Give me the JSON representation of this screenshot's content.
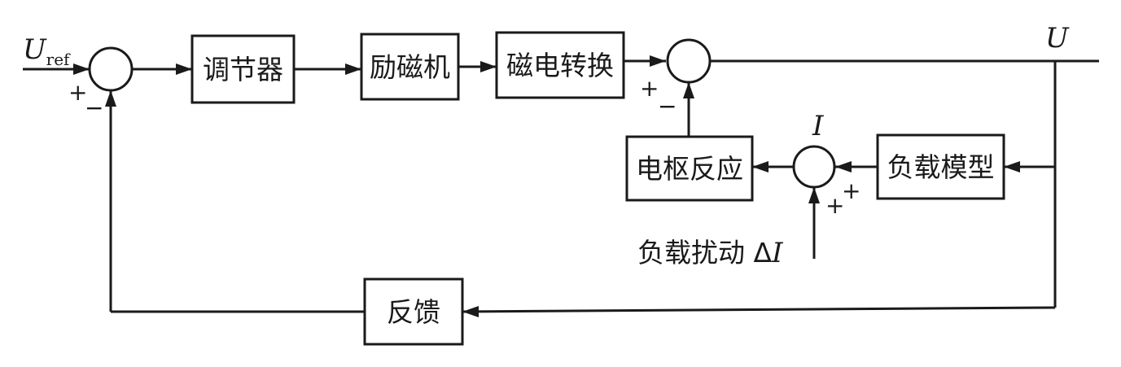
{
  "colors": {
    "ink": "#1a1a1a",
    "background": "#ffffff"
  },
  "signals": {
    "reference_main": "U",
    "reference_sub": "ref",
    "output": "U",
    "current": "I",
    "disturbance_prefix": "负载扰动 Δ",
    "disturbance_var": "I"
  },
  "blocks": {
    "regulator": "调节器",
    "exciter": "励磁机",
    "conversion": "磁电转换",
    "armature_reaction": "电枢反应",
    "load_model": "负载模型",
    "feedback": "反馈"
  },
  "sum_junctions": {
    "sj1": {
      "plus": "+",
      "minus": "−"
    },
    "sj2": {
      "plus": "+",
      "minus": "−"
    },
    "sj3": {
      "plus_right": "+",
      "plus_bottom": "+"
    }
  }
}
